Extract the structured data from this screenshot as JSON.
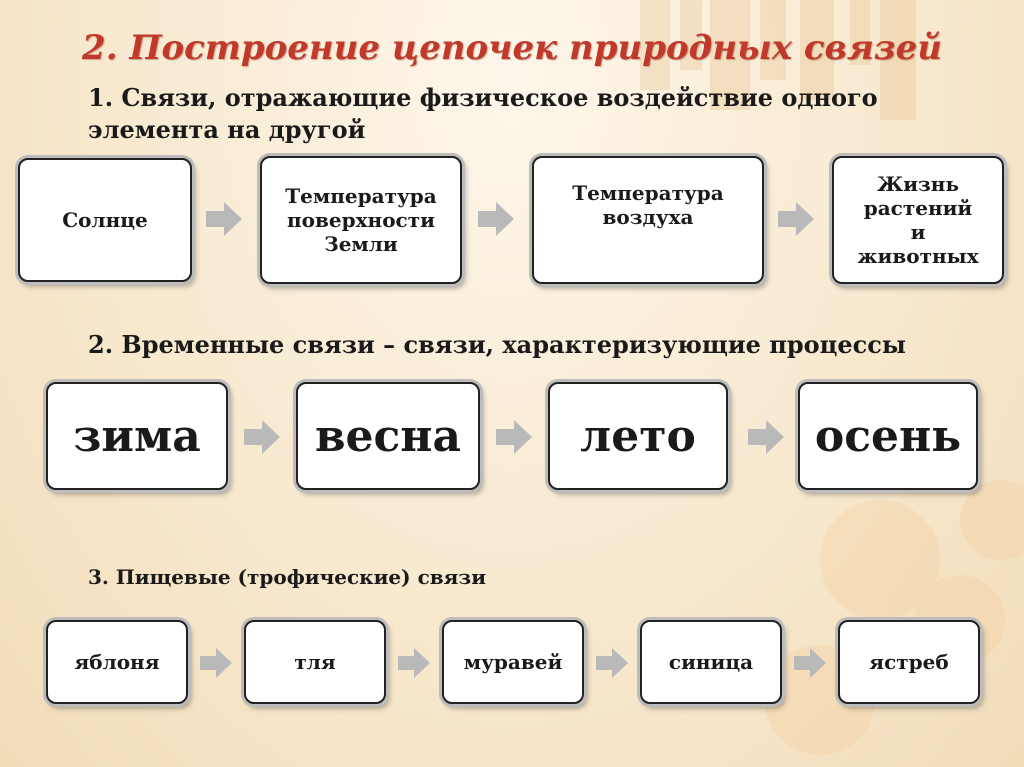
{
  "title": "2. Построение цепочек природных связей",
  "section1": {
    "heading": "1.    Связи, отражающие физическое воздействие одного элемента на  другой",
    "items": [
      "Солнце",
      "Температура поверхности Земли",
      "Температура воздуха",
      "Жизнь растений и животных"
    ]
  },
  "section2": {
    "heading": "2. Временные связи – связи, характеризующие процессы",
    "items": [
      "зима",
      "весна",
      "лето",
      "осень"
    ]
  },
  "section3": {
    "heading": "3. Пищевые (трофические) связи",
    "items": [
      "яблоня",
      "тля",
      "муравей",
      "синица",
      "ястреб"
    ]
  },
  "colors": {
    "title": "#c0392b",
    "arrow": "#b9b9b9",
    "background": "#f8e9cf"
  }
}
